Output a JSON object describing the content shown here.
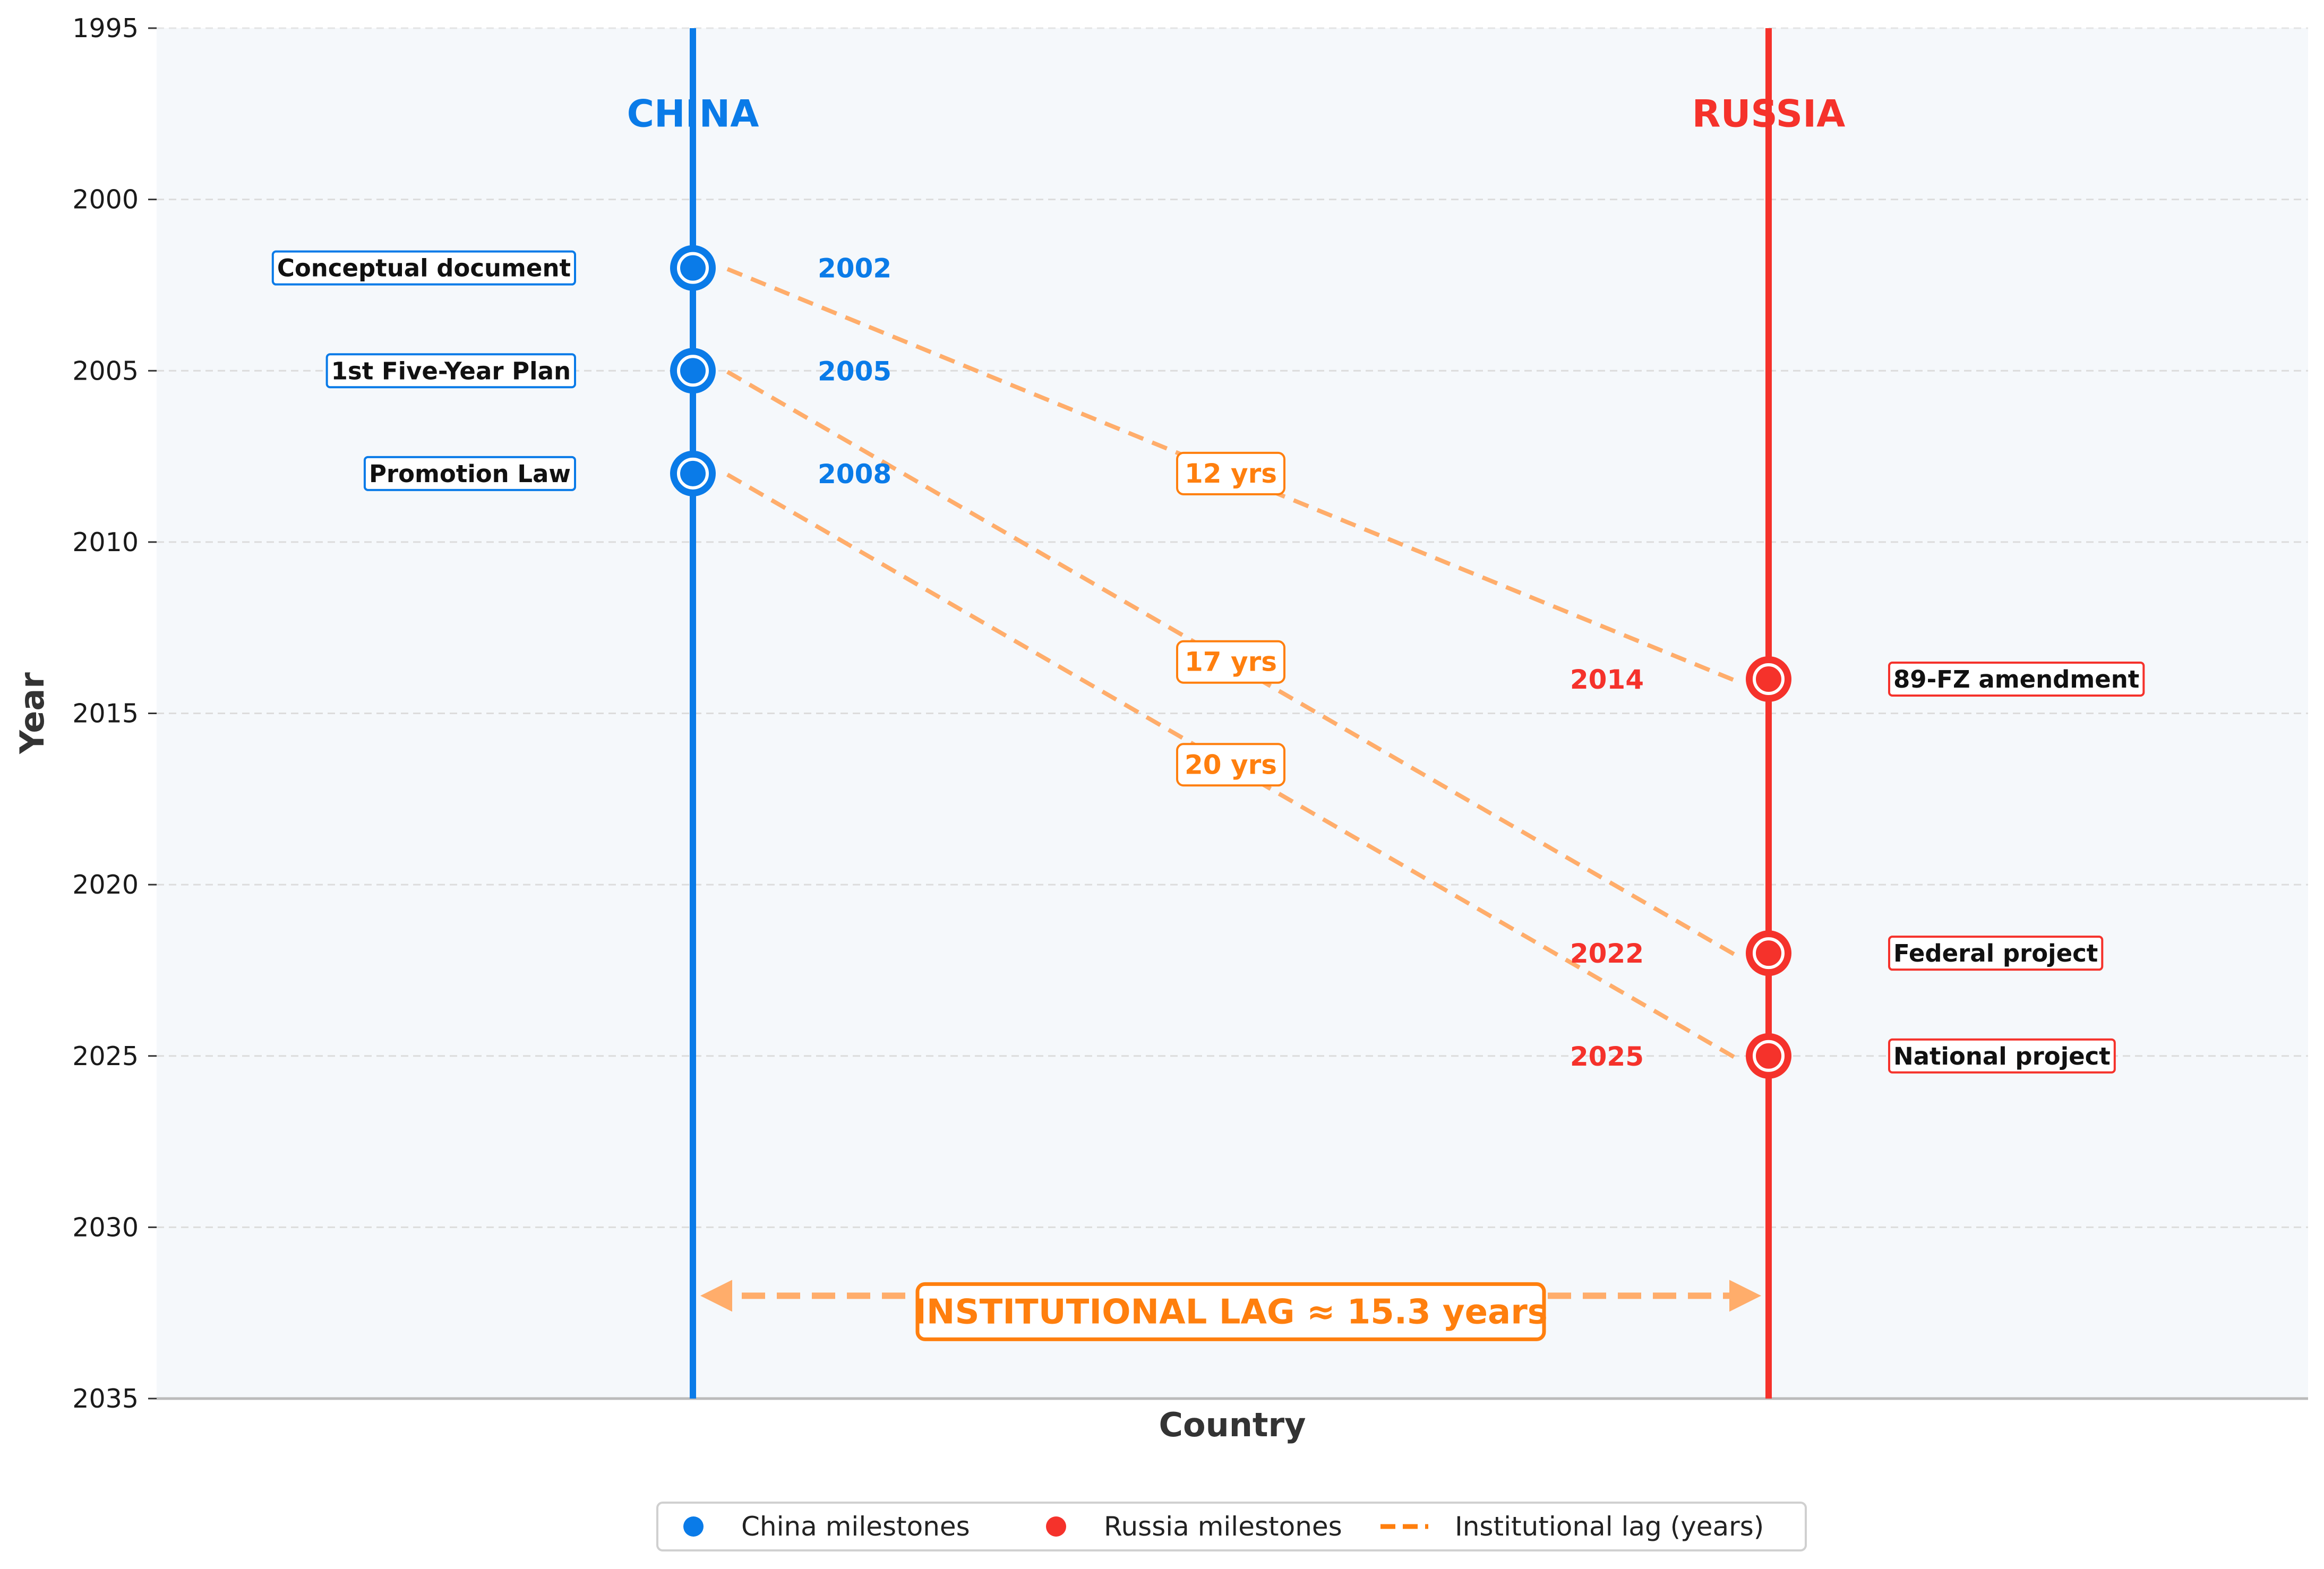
{
  "colors": {
    "china": "#0a7be8",
    "russia": "#f5322b",
    "lag": "#ff7f0e",
    "lag_line": "#ffad6b",
    "plot_bg": "#f5f8fb"
  },
  "chart_data": {
    "type": "timeline",
    "xlabel": "Country",
    "ylabel": "Year",
    "ylim": [
      1995,
      2035
    ],
    "y_inverted": true,
    "yticks": [
      "1995",
      "2000",
      "2005",
      "2010",
      "2015",
      "2020",
      "2025",
      "2030",
      "2035"
    ],
    "grid": "horizontal-dashed",
    "countries": [
      {
        "key": "china",
        "title": "CHINA",
        "milestones": [
          {
            "year": 2002,
            "year_label": "2002",
            "event": "Conceptual document"
          },
          {
            "year": 2005,
            "year_label": "2005",
            "event": "1st Five-Year Plan"
          },
          {
            "year": 2008,
            "year_label": "2008",
            "event": "Promotion Law"
          }
        ]
      },
      {
        "key": "russia",
        "title": "RUSSIA",
        "milestones": [
          {
            "year": 2014,
            "year_label": "2014",
            "event": "89-FZ amendment"
          },
          {
            "year": 2022,
            "year_label": "2022",
            "event": "Federal project"
          },
          {
            "year": 2025,
            "year_label": "2025",
            "event": "National project"
          }
        ]
      }
    ],
    "lags": [
      {
        "from": 2002,
        "to": 2014,
        "label": "12 yrs"
      },
      {
        "from": 2005,
        "to": 2022,
        "label": "17 yrs"
      },
      {
        "from": 2008,
        "to": 2025,
        "label": "20 yrs"
      }
    ],
    "summary": {
      "year": 2032,
      "label": "INSTITUTIONAL LAG ≈ 15.3 years"
    },
    "legend": {
      "placement": "bottom-center",
      "items": [
        {
          "label": "China milestones",
          "marker": "dot",
          "color_key": "china"
        },
        {
          "label": "Russia milestones",
          "marker": "dot",
          "color_key": "russia"
        },
        {
          "label": "Institutional lag (years)",
          "marker": "dash",
          "color_key": "lag"
        }
      ]
    }
  }
}
